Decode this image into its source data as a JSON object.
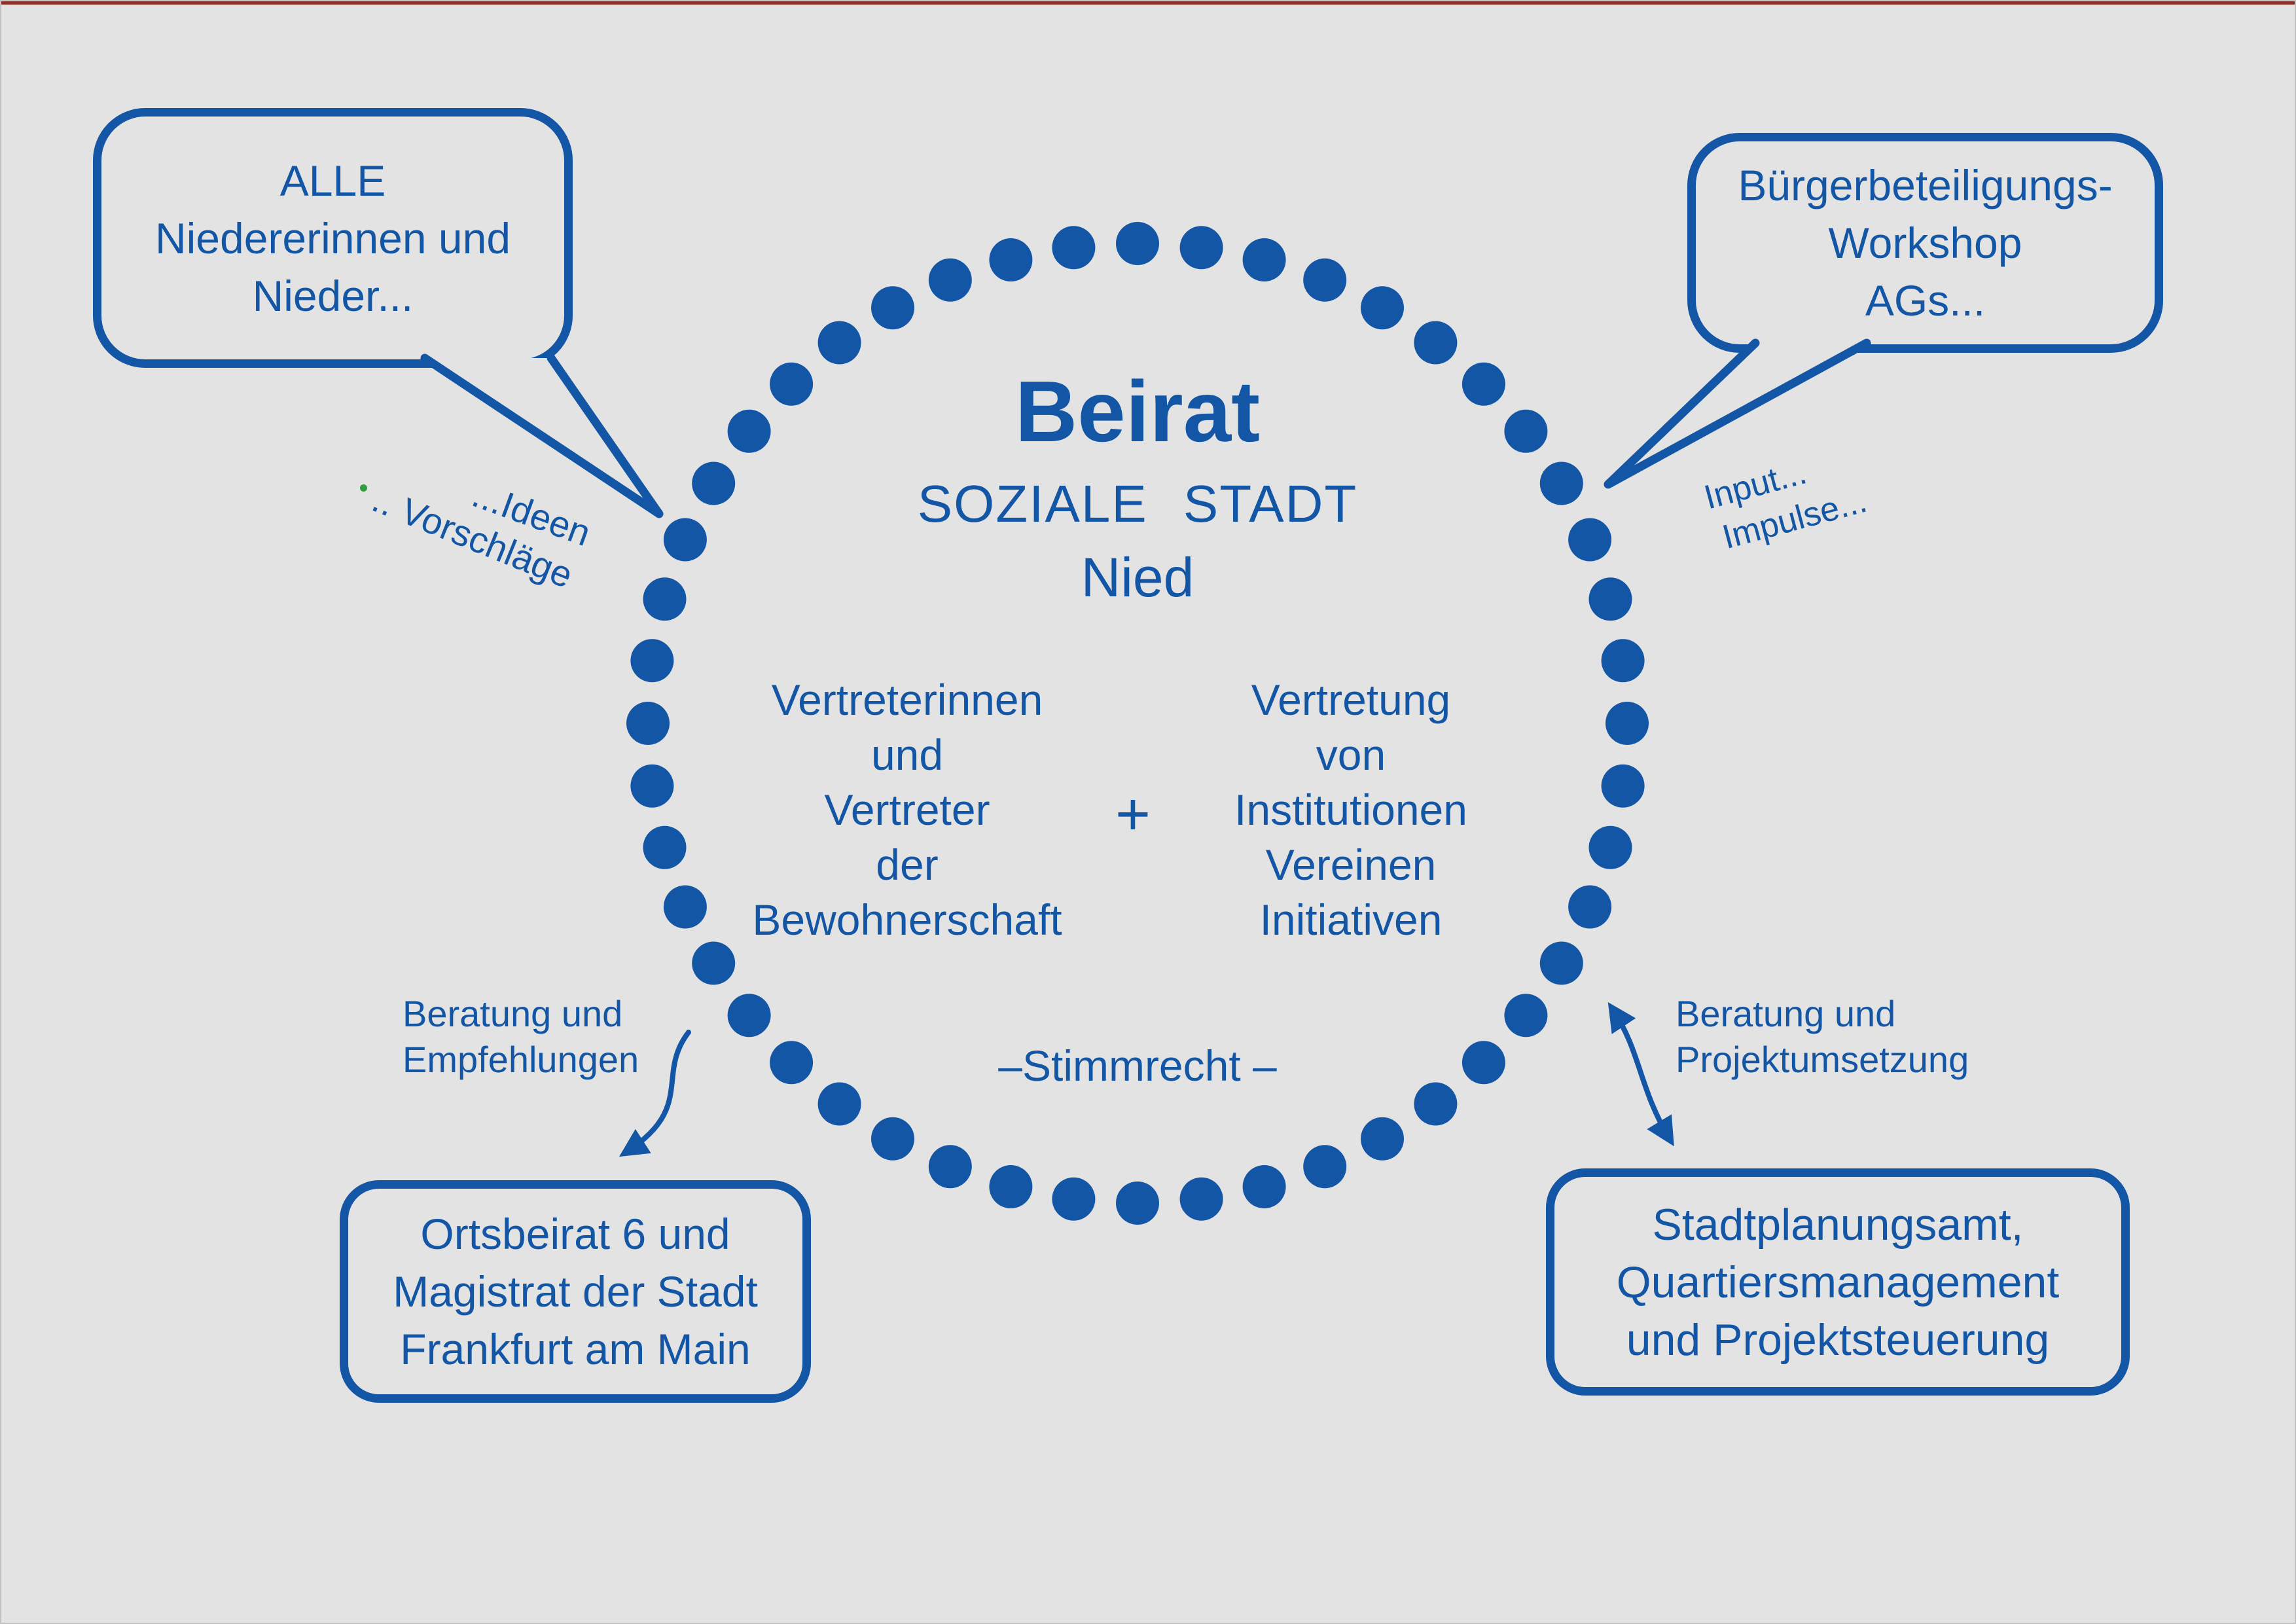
{
  "colors": {
    "blue": "#1456a6",
    "background": "#e3e3e3",
    "top_line": "#8b3128",
    "green_speck": "#2e9e3e"
  },
  "center": {
    "title": "Beirat",
    "subtitle": "SOZIALE STADT",
    "subtitle2": "Nied",
    "left_column": {
      "lines": [
        "Vertreterinnen",
        "und",
        "Vertreter",
        "der",
        "Bewohnerschaft"
      ]
    },
    "plus": "+",
    "right_column": {
      "lines": [
        "Vertretung",
        "von",
        "Institutionen",
        "Vereinen",
        "Initiativen"
      ]
    },
    "bottom_note": "–Stimmrecht –"
  },
  "bubbles": {
    "top_left": {
      "lines": [
        "ALLE",
        "Niedererinnen und",
        "Nieder..."
      ]
    },
    "top_right": {
      "lines": [
        "Bürgerbeteiligungs-",
        "Workshop",
        "AGs..."
      ]
    },
    "bottom_left": {
      "lines": [
        "Ortsbeirat 6 und",
        "Magistrat der Stadt",
        "Frankfurt am Main"
      ]
    },
    "bottom_right": {
      "lines": [
        "Stadtplanungsamt,",
        "Quartiersmanagement",
        "und Projektsteuerung"
      ]
    }
  },
  "labels": {
    "ideen": "...Ideen",
    "vorschlaege": ".. Vorschläge",
    "input": "Input...",
    "impulse": "Impulse...",
    "left_arrow_line1": "Beratung und",
    "left_arrow_line2": "Empfehlungen",
    "right_arrow_line1": "Beratung und",
    "right_arrow_line2": "Projektumsetzung"
  }
}
